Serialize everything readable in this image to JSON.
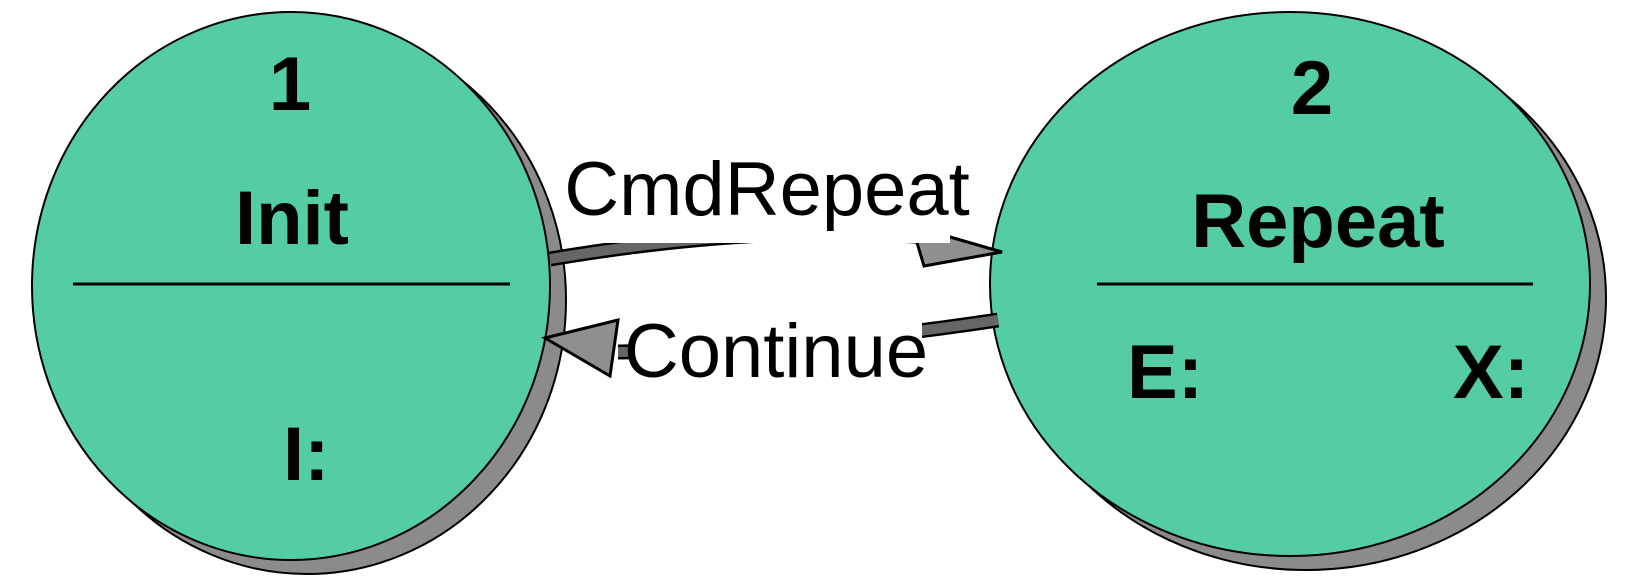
{
  "diagram": {
    "type": "state-machine",
    "background": "#ffffff",
    "colors": {
      "state_fill": "#55cda2",
      "state_outline": "#000000",
      "shadow": "#8b8b8b",
      "arrow_line": "#666666",
      "arrow_head": "#8f8f8f",
      "text": "#000000"
    },
    "states": [
      {
        "id": "1",
        "name": "Init",
        "entry_label": "I:",
        "exit_label": ""
      },
      {
        "id": "2",
        "name": "Repeat",
        "entry_label": "E:",
        "exit_label": "X:"
      }
    ],
    "transitions": [
      {
        "label": "CmdRepeat",
        "from": "1",
        "to": "2",
        "direction": "left-to-right"
      },
      {
        "label": "Continue",
        "from": "2",
        "to": "1",
        "direction": "right-to-left"
      }
    ]
  }
}
